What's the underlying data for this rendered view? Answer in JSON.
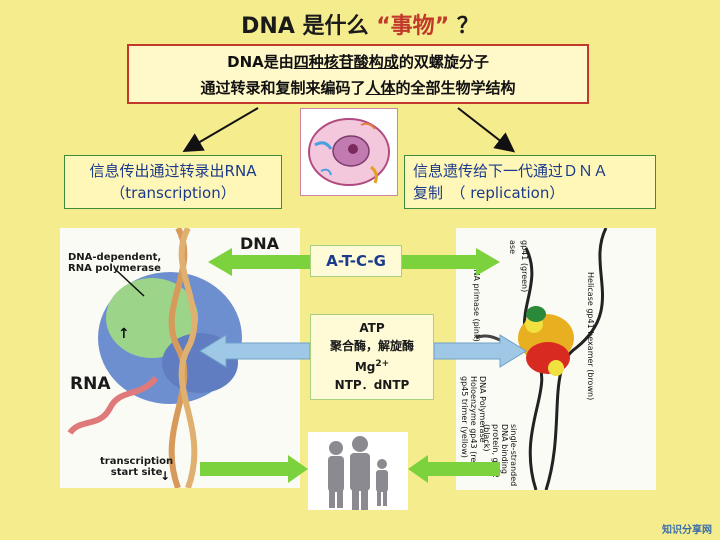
{
  "title": {
    "lead": "DNA 是什么 ",
    "quote_open": "“",
    "quoted": "事物",
    "quote_close": "”",
    "question": " ？"
  },
  "definition": {
    "line1_a": "DNA是由",
    "line1_u": "四种核苷酸构成",
    "line1_b": "的双螺旋分子",
    "line2_a": "通过转录和复制来编码了",
    "line2_u": "人体",
    "line2_b": "的全部生物学结构"
  },
  "transcription_box": {
    "line1": "信息传出通过转录出RNA",
    "line2": "（transcription）"
  },
  "replication_box": {
    "line1": "信息遗传给下一代通过ＤＮＡ",
    "line2": "复制　（ replication）"
  },
  "center": {
    "bases": "A-T-C-G",
    "atp": "ATP",
    "enzymes": "聚合酶，解旋酶",
    "mg": "Mg",
    "mg_sup": "2+",
    "ntp": "NTP．dNTP"
  },
  "left_figure": {
    "dna_label": "DNA",
    "polymerase_line1": "DNA-dependent,",
    "polymerase_line2": "RNA polymerase",
    "rna_label": "RNA",
    "start_line1": "transcription",
    "start_line2": "start site"
  },
  "right_figure": {
    "primase_line1": "RNA primase",
    "primase_line2": "(pink)",
    "helicase_line1": "Helicase",
    "helicase_line2": "gp41 hexamer (brown)",
    "polymerase_line1": "DNA Polymerase Holoenzyme",
    "polymerase_line2": "gp43 (red), gp45 trimer (yellow)",
    "ssdna_line1": "single-stranded DNA",
    "ssdna_line2": "binding protein, gp32 (black)",
    "cut1": "ase",
    "cut2": "gp41 (green)"
  },
  "colors": {
    "background": "#f5ec8e",
    "box_border_red": "#c0392b",
    "text_blue": "#1a3a8c",
    "arrow_green": "#7cd23c",
    "arrow_blue": "#9fc8e6"
  },
  "watermark": "知识分享网"
}
